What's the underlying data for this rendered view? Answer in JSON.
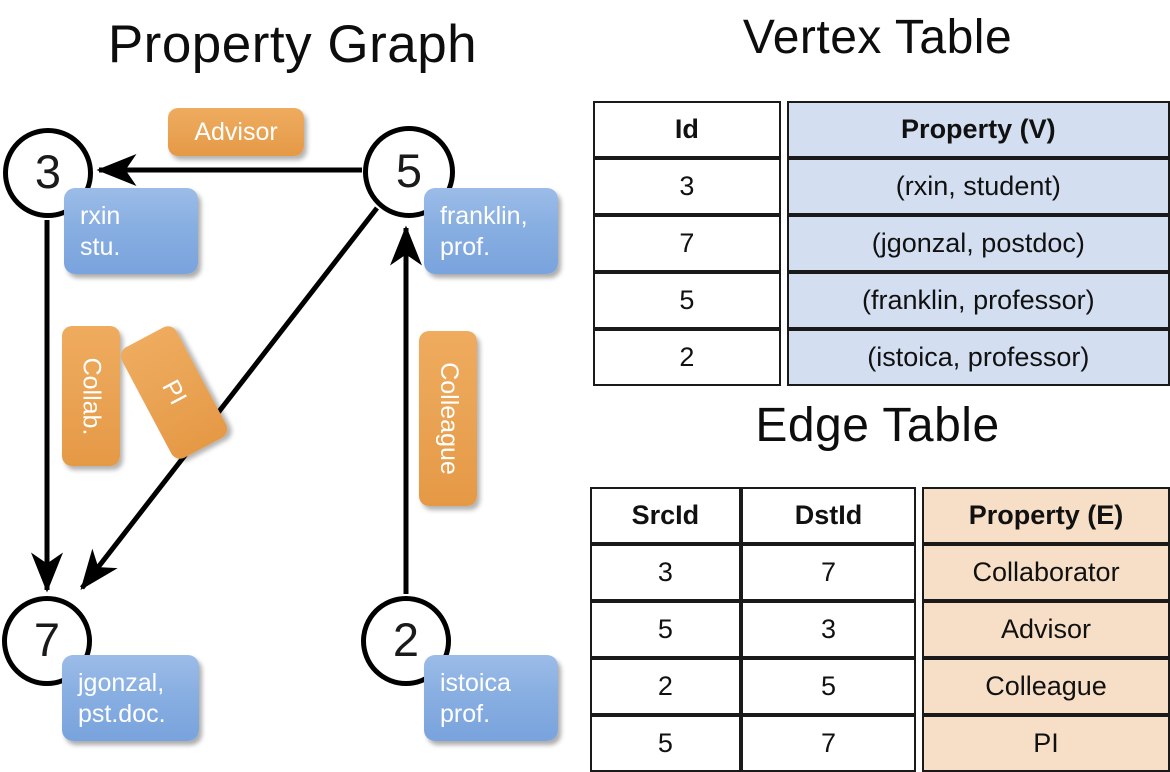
{
  "titles": {
    "property_graph": "Property Graph",
    "vertex_table": "Vertex Table",
    "edge_table": "Edge Table"
  },
  "graph": {
    "nodes": [
      {
        "id": "3",
        "name": "rxin",
        "role": "stu."
      },
      {
        "id": "5",
        "name": "franklin,",
        "role": "prof."
      },
      {
        "id": "7",
        "name": "jgonzal,",
        "role": "pst.doc."
      },
      {
        "id": "2",
        "name": "istoica",
        "role": "prof."
      }
    ],
    "edge_labels": {
      "advisor": "Advisor",
      "collab": "Collab.",
      "pi": "PI",
      "colleague": "Colleague"
    }
  },
  "vertex_table": {
    "headers": {
      "id": "Id",
      "property": "Property (V)"
    },
    "rows": [
      {
        "id": "3",
        "property": "(rxin, student)"
      },
      {
        "id": "7",
        "property": "(jgonzal, postdoc)"
      },
      {
        "id": "5",
        "property": "(franklin, professor)"
      },
      {
        "id": "2",
        "property": "(istoica, professor)"
      }
    ]
  },
  "edge_table": {
    "headers": {
      "src": "SrcId",
      "dst": "DstId",
      "property": "Property (E)"
    },
    "rows": [
      {
        "src": "3",
        "dst": "7",
        "property": "Collaborator"
      },
      {
        "src": "5",
        "dst": "3",
        "property": "Advisor"
      },
      {
        "src": "2",
        "dst": "5",
        "property": "Colleague"
      },
      {
        "src": "5",
        "dst": "7",
        "property": "PI"
      }
    ]
  },
  "colors": {
    "vertex_property_fill": "#d3dff1",
    "edge_property_fill": "#f6dfc6",
    "node_box_blue": "#8ab0e2",
    "edge_label_orange": "#eaa455",
    "stroke": "#1a1a1a"
  }
}
